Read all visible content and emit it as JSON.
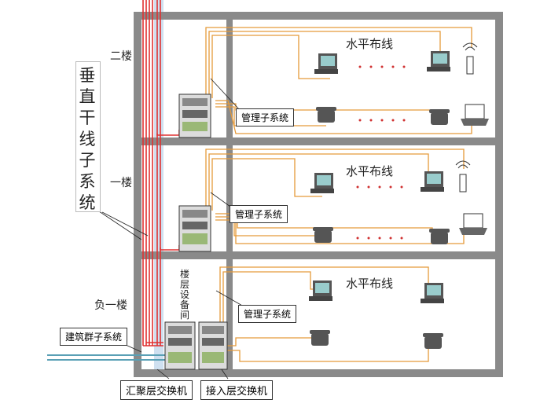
{
  "floors": [
    {
      "label": "二楼",
      "horizontal": "水平布线",
      "mgmt": "管理子系统"
    },
    {
      "label": "一楼",
      "horizontal": "水平布线",
      "mgmt": "管理子系统"
    },
    {
      "label": "负一楼",
      "horizontal": "水平布线",
      "mgmt": "管理子系统"
    }
  ],
  "vertical_label": [
    "垂",
    "直",
    "干",
    "线",
    "子",
    "系",
    "统"
  ],
  "equipment_room_label": [
    "楼",
    "层",
    "设",
    "备",
    "间"
  ],
  "campus_label": "建筑群子系统",
  "switches": {
    "aggregation": "汇聚层交换机",
    "access": "接入层交换机"
  },
  "colors": {
    "wall": "#8a8a8a",
    "cable_orange": "#e59a3a",
    "riser_red": "#e03030",
    "riser_blue": "#9fbfe0",
    "fiber": "#5aa0b5"
  }
}
